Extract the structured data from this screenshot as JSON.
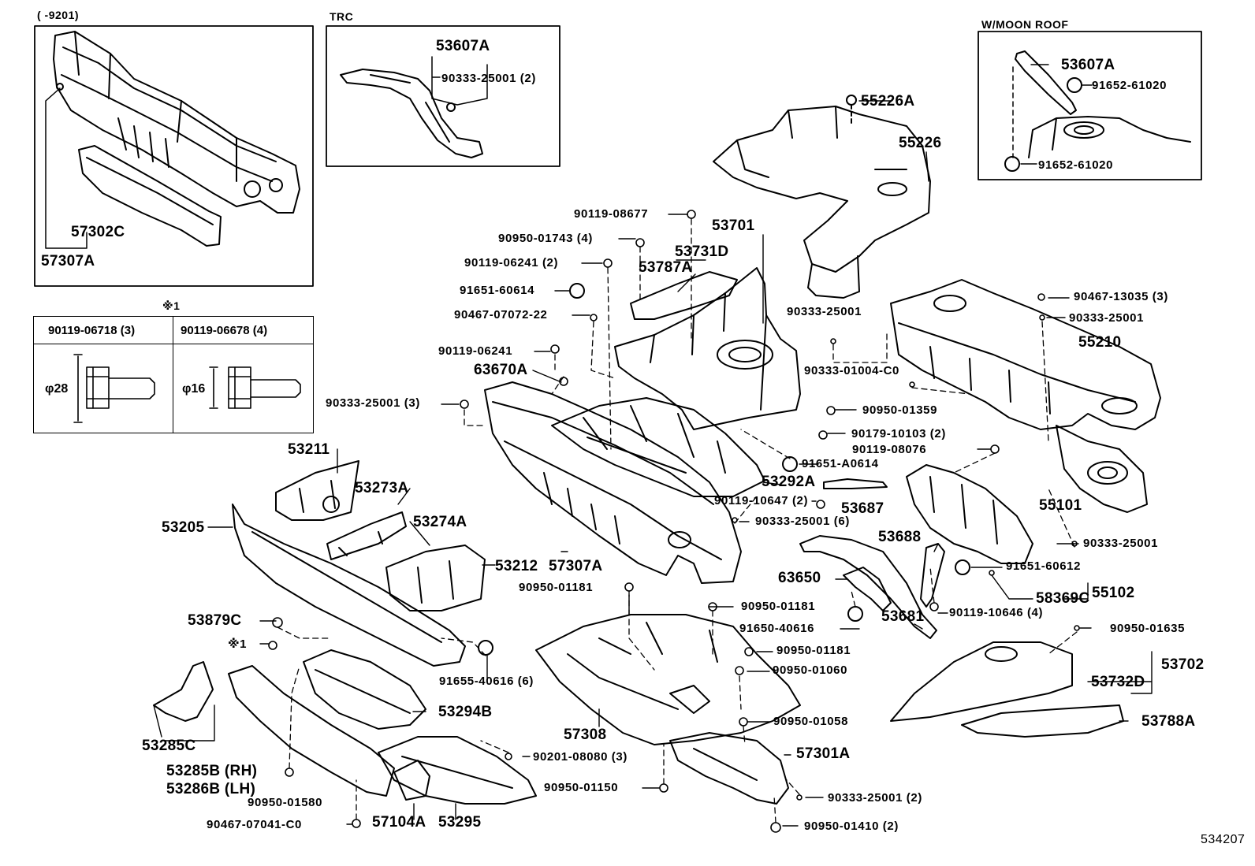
{
  "insets": {
    "early": {
      "title": "(    -9201)",
      "labels": [
        "57302C",
        "57307A"
      ]
    },
    "trc": {
      "title": "TRC",
      "labels": [
        "53607A",
        "90333-25001 (2)"
      ]
    },
    "moon_roof": {
      "title": "W/MOON ROOF",
      "labels": [
        "53607A",
        "91652-61020",
        "91652-61020"
      ]
    }
  },
  "bolt_table": {
    "note": "※1",
    "columns": [
      "90119-06718 (3)",
      "90119-06678 (4)"
    ],
    "diameters": [
      "φ28",
      "φ16"
    ]
  },
  "part_labels": [
    "55226A",
    "55226",
    "53701",
    "53731D",
    "53787A",
    "90119-08677",
    "90950-01743 (4)",
    "90119-06241 (2)",
    "91651-60614",
    "90467-07072-22",
    "90119-06241",
    "63670A",
    "90333-25001 (3)",
    "90333-25001",
    "90333-01004-C0",
    "90950-01359",
    "90179-10103 (2)",
    "90119-08076",
    "91651-A0614",
    "53292A",
    "90119-10647 (2)",
    "53687",
    "90333-25001 (6)",
    "90467-13035 (3)",
    "90333-25001",
    "55210",
    "55101",
    "90333-25001",
    "91651-60612",
    "58369C",
    "55102",
    "53688",
    "63650",
    "91650-40616",
    "53681",
    "90119-10646 (4)",
    "53211",
    "53273A",
    "53205",
    "53274A",
    "53212",
    "57307A",
    "90950-01181",
    "53879C",
    "※1",
    "91655-40616 (6)",
    "53294B",
    "90950-01181",
    "90950-01181",
    "90950-01060",
    "90950-01058",
    "57308",
    "57301A",
    "90201-08080 (3)",
    "90950-01150",
    "90333-25001 (2)",
    "90950-01410 (2)",
    "53285C",
    "53285B (RH)",
    "53286B (LH)",
    "90950-01580",
    "90467-07041-C0",
    "57104A",
    "53295",
    "90950-01635",
    "53702",
    "53732D",
    "53788A"
  ],
  "figure_number": "534207"
}
